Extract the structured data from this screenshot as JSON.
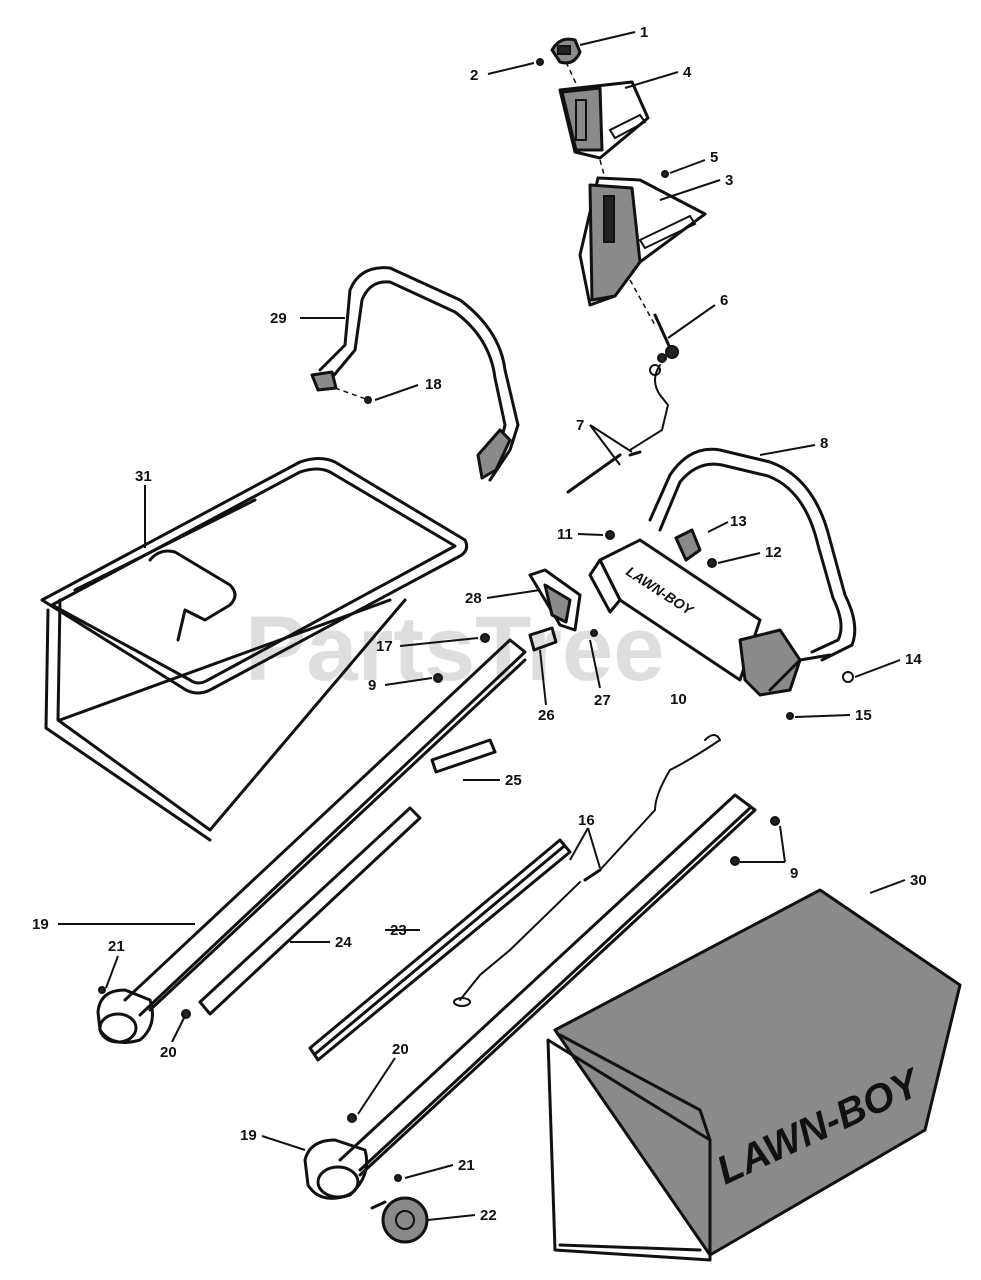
{
  "diagram": {
    "watermark": "PartsTree",
    "brand_labels": {
      "handle_decal": "LAWN-BOY",
      "bag": "LAWN-BOY"
    },
    "callouts": [
      {
        "id": "c1",
        "text": "1"
      },
      {
        "id": "c2",
        "text": "2"
      },
      {
        "id": "c3",
        "text": "3"
      },
      {
        "id": "c4",
        "text": "4"
      },
      {
        "id": "c5",
        "text": "5"
      },
      {
        "id": "c6",
        "text": "6"
      },
      {
        "id": "c7",
        "text": "7"
      },
      {
        "id": "c8",
        "text": "8"
      },
      {
        "id": "c9a",
        "text": "9"
      },
      {
        "id": "c9b",
        "text": "9"
      },
      {
        "id": "c10",
        "text": "10"
      },
      {
        "id": "c11",
        "text": "11"
      },
      {
        "id": "c12",
        "text": "12"
      },
      {
        "id": "c13",
        "text": "13"
      },
      {
        "id": "c14",
        "text": "14"
      },
      {
        "id": "c15",
        "text": "15"
      },
      {
        "id": "c16",
        "text": "16"
      },
      {
        "id": "c17",
        "text": "17"
      },
      {
        "id": "c18",
        "text": "18"
      },
      {
        "id": "c19a",
        "text": "19"
      },
      {
        "id": "c19b",
        "text": "19"
      },
      {
        "id": "c20a",
        "text": "20"
      },
      {
        "id": "c20b",
        "text": "20"
      },
      {
        "id": "c21a",
        "text": "21"
      },
      {
        "id": "c21b",
        "text": "21"
      },
      {
        "id": "c22",
        "text": "22"
      },
      {
        "id": "c23",
        "text": "23"
      },
      {
        "id": "c24",
        "text": "24"
      },
      {
        "id": "c25",
        "text": "25"
      },
      {
        "id": "c26",
        "text": "26"
      },
      {
        "id": "c27",
        "text": "27"
      },
      {
        "id": "c28",
        "text": "28"
      },
      {
        "id": "c29",
        "text": "29"
      },
      {
        "id": "c30",
        "text": "30"
      },
      {
        "id": "c31",
        "text": "31"
      }
    ]
  }
}
